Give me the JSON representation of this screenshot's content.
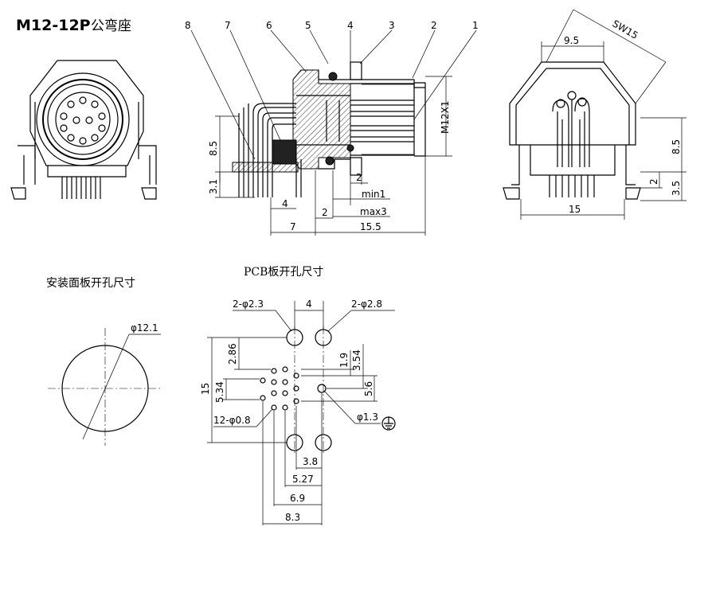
{
  "title": {
    "part": "M12-12P",
    "suffix": "公弯座"
  },
  "callouts": [
    "8",
    "7",
    "6",
    "5",
    "4",
    "3",
    "2",
    "1"
  ],
  "side_view": {
    "thread": "M12X1",
    "dims": {
      "h85": "8.5",
      "h31": "3.1",
      "d2a": "2",
      "min1": "min1",
      "d4": "4",
      "d2b": "2",
      "max3": "max3",
      "d7": "7",
      "d155": "15.5"
    }
  },
  "right_view": {
    "sw": "SW15",
    "w95": "9.5",
    "h85": "8.5",
    "h2": "2",
    "h35": "3.5",
    "w15": "15"
  },
  "panel": {
    "title": "安装面板开孔尺寸",
    "dia": "φ12.1"
  },
  "pcb": {
    "title": "PCB板开孔尺寸",
    "hole_a": "2-φ2.3",
    "pitch": "4",
    "hole_b": "2-φ2.8",
    "d286": "2.86",
    "d534": "5.34",
    "d15": "15",
    "d19": "1.9",
    "d354": "3.54",
    "d56": "5.6",
    "pins": "12-φ0.8",
    "ground": "φ1.3",
    "d38": "3.8",
    "d527": "5.27",
    "d69": "6.9",
    "d83": "8.3"
  }
}
